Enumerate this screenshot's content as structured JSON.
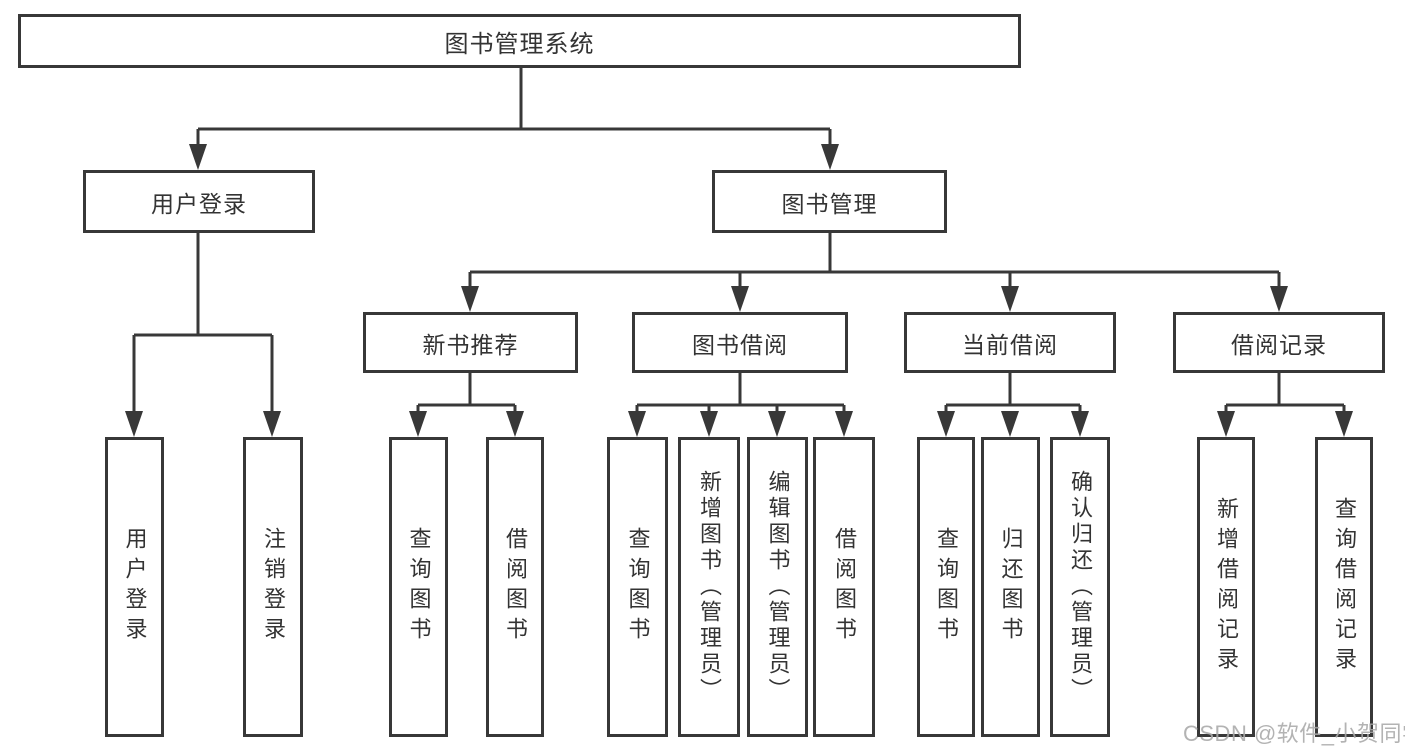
{
  "colors": {
    "line": "#383838",
    "text": "#333333",
    "box_bg": "#ffffff",
    "watermark": "#a9a9a9"
  },
  "diagram": {
    "title": "图书管理系统",
    "branches": [
      {
        "label": "用户登录",
        "children": [
          {
            "label": "用户登录"
          },
          {
            "label": "注销登录"
          }
        ]
      },
      {
        "label": "图书管理",
        "children": [
          {
            "label": "新书推荐",
            "children": [
              {
                "label": "查询图书"
              },
              {
                "label": "借阅图书"
              }
            ]
          },
          {
            "label": "图书借阅",
            "children": [
              {
                "label": "查询图书"
              },
              {
                "label": "新增图书（管理员）"
              },
              {
                "label": "编辑图书（管理员）"
              },
              {
                "label": "借阅图书"
              }
            ]
          },
          {
            "label": "当前借阅",
            "children": [
              {
                "label": "查询图书"
              },
              {
                "label": "归还图书"
              },
              {
                "label": "确认归还（管理员）"
              }
            ]
          },
          {
            "label": "借阅记录",
            "children": [
              {
                "label": "新增借阅记录"
              },
              {
                "label": "查询借阅记录"
              }
            ]
          }
        ]
      }
    ]
  },
  "watermark": "CSDN @软件_小贺同学"
}
